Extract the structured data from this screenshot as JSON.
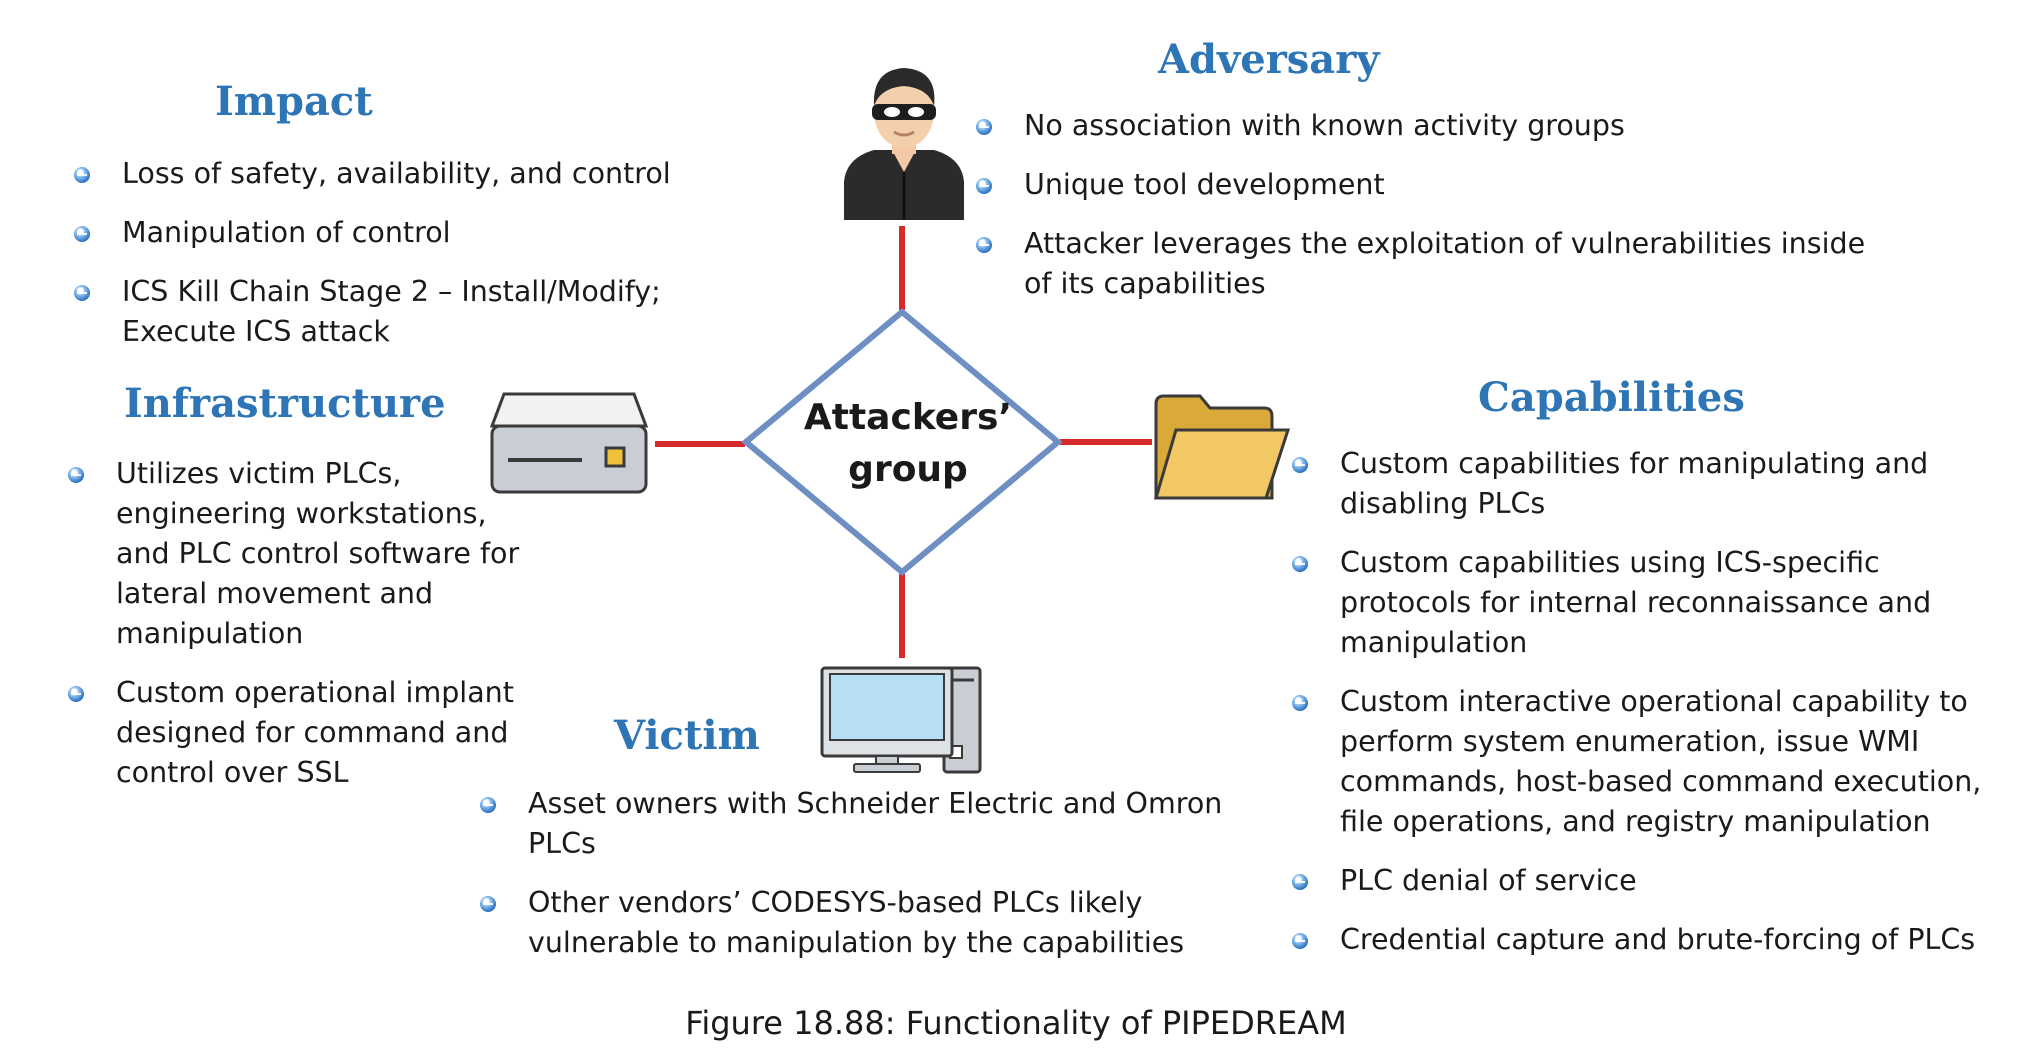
{
  "center": {
    "line1": "Attackers’",
    "line2": "group"
  },
  "adversary": {
    "title": "Adversary",
    "items": [
      "No association with known activity groups",
      "Unique tool development",
      "Attacker leverages the exploitation of vulnerabilities inside of its capabilities"
    ]
  },
  "impact": {
    "title": "Impact",
    "items": [
      "Loss of safety, availability, and control",
      "Manipulation of control",
      "ICS Kill Chain Stage 2 – Install/Modify; Execute ICS attack"
    ]
  },
  "infrastructure": {
    "title": "Infrastructure",
    "items": [
      "Utilizes victim PLCs, engineering workstations, and PLC control software for lateral movement and manipulation",
      "Custom operational implant designed for command and control over SSL"
    ]
  },
  "capabilities": {
    "title": "Capabilities",
    "items": [
      "Custom capabilities for manipulating and disabling PLCs",
      "Custom capabilities using ICS-specific protocols for internal reconnaissance and manipulation",
      "Custom interactive operational capability to perform system enumeration, issue WMI commands, host-based command execution, file operations, and registry manipulation",
      "PLC denial of service",
      "Credential capture and brute-forcing of PLCs"
    ]
  },
  "victim": {
    "title": "Victim",
    "items": [
      "Asset owners with Schneider Electric and Omron PLCs",
      "Other vendors’ CODESYS-based PLCs likely vulnerable to manipulation by the capabilities"
    ]
  },
  "caption": "Figure 18.88: Functionality of PIPEDREAM",
  "colors": {
    "title_blue": "#2e75b6",
    "connector_red": "#d62b2b",
    "diamond_blue": "#6e8fc4"
  },
  "icons": [
    "hacker-icon",
    "server-icon",
    "folder-icon",
    "computer-icon"
  ]
}
